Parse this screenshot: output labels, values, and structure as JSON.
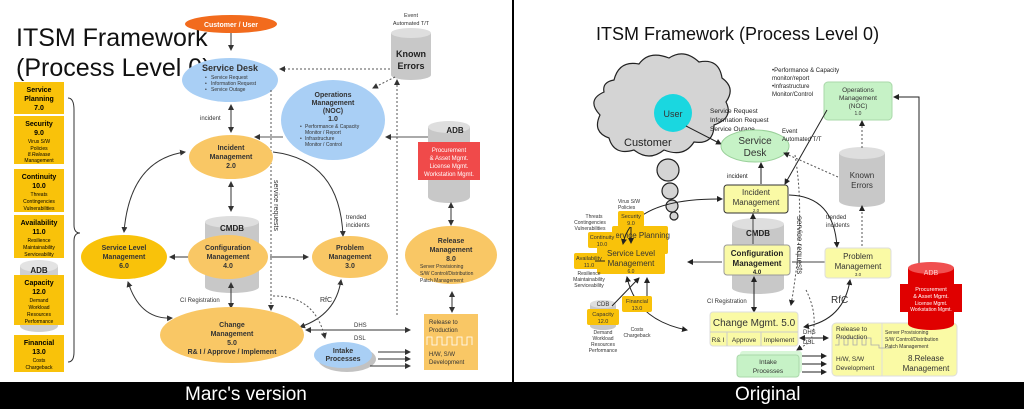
{
  "left": {
    "title_line1": "ITSM Framework",
    "title_line2": "(Process Level 0)",
    "caption": "Marc's version",
    "customer_user": "Customer / User",
    "service_desk": {
      "title": "Service Desk",
      "items": [
        "Service Request",
        "Information Request",
        "Service Outage"
      ]
    },
    "known_errors": {
      "line1": "Known",
      "line2": "Errors",
      "label1": "Event",
      "label2": "Automated T/T"
    },
    "operations": {
      "line1": "Operations",
      "line2": "Management",
      "line3": "(NOC)",
      "num": "1.0",
      "items": [
        "Performance & Capacity",
        "Monitor / Report",
        "Infrastructure",
        "Monitor / Control"
      ]
    },
    "adb": {
      "title": "ADB",
      "lines": [
        "Procurement",
        "& Asset Mgmt.",
        "License Mgmt.",
        "Workstation Mgmt."
      ]
    },
    "incident": {
      "line1": "Incident",
      "line2": "Management",
      "num": "2.0",
      "label": "incident"
    },
    "cmdb": "CMDB",
    "configuration": {
      "line1": "Configuration",
      "line2": "Management",
      "num": "4.0"
    },
    "problem": {
      "line1": "Problem",
      "line2": "Management",
      "num": "3.0",
      "label1": "trended",
      "label2": "incidents"
    },
    "service_level": {
      "line1": "Service Level",
      "line2": "Management",
      "num": "6.0"
    },
    "release": {
      "line1": "Release",
      "line2": "Management",
      "num": "8.0",
      "items": [
        "Server Provisioning",
        "S/W Control/Distribution",
        "Patch Management"
      ]
    },
    "change": {
      "line1": "Change",
      "line2": "Management",
      "num": "5.0",
      "line4": "R& I / Approve / Implement"
    },
    "service_requests": "service requests",
    "ci_registration": "CI Registration",
    "rfc": "RfC",
    "dhs": "DHS",
    "dsl": "DSL",
    "intake": {
      "line1": "Intake",
      "line2": "Processes"
    },
    "release_prod": {
      "line1": "Release to",
      "line2": "Production",
      "line3": "H/W, S/W",
      "line4": "Development"
    },
    "sidebar": [
      {
        "title": "Service",
        "title2": "Planning",
        "num": "7.0",
        "sub": []
      },
      {
        "title": "Security",
        "title2": "",
        "num": "9.0",
        "sub": [
          "Virus S/W",
          "Policies",
          "8.Release",
          "Management"
        ]
      },
      {
        "title": "Continuity",
        "title2": "",
        "num": "10.0",
        "sub": [
          "Threats",
          "Contingencies",
          "Vulnerabilities"
        ]
      },
      {
        "title": "Availability",
        "title2": "",
        "num": "11.0",
        "sub": [
          "Resilience",
          "Maintainability",
          "Serviceability"
        ]
      },
      {
        "title": "Capacity",
        "title2": "",
        "num": "12.0",
        "sub": [
          "Demand",
          "Workload",
          "Resources",
          "Performance"
        ]
      },
      {
        "title": "Financial",
        "title2": "",
        "num": "13.0",
        "sub": [
          "Costs",
          "Chargeback"
        ]
      }
    ],
    "sidebar_adb": "ADB"
  },
  "right": {
    "title": "ITSM Framework (Process Level 0)",
    "caption": "Original",
    "customer": "Customer",
    "user": "User",
    "sd_requests": [
      "Service Request",
      "Information Request",
      "Service Outage"
    ],
    "service_desk": {
      "line1": "Service",
      "line2": "Desk"
    },
    "ops_notes": [
      "•Performance & Capacity",
      "monitor/report",
      "•Infrastructure",
      "Monitor/Control"
    ],
    "operations": {
      "line1": "Operations",
      "line2": "Management",
      "line3": "(NOC)",
      "num": "1.0"
    },
    "event": {
      "line1": "Event",
      "line2": "Automated T/T"
    },
    "known_errors": {
      "line1": "Known",
      "line2": "Errors"
    },
    "incident_label": "incident",
    "incident": {
      "line1": "Incident",
      "line2": "Management",
      "num": "2.0"
    },
    "cmdb": "CMDB",
    "configuration": {
      "line1": "Configuration",
      "line2": "Management",
      "num": "4.0"
    },
    "trended": {
      "line1": "trended",
      "line2": "incidents"
    },
    "problem": {
      "line1": "Problem",
      "line2": "Management",
      "num": "3.0"
    },
    "service_requests": "service requests",
    "service_planning": {
      "line1": "Service Planning",
      "num": "7.0"
    },
    "service_level": {
      "line1": "Service Level",
      "line2": "Management",
      "num": "6.0"
    },
    "security": {
      "title": "Security",
      "num": "9.0",
      "notes": [
        "Virus S/W",
        "Policies"
      ]
    },
    "continuity": {
      "title": "Continuity",
      "num": "10.0",
      "notes": [
        "Threats",
        "Contingencies",
        "Vulnerabilities"
      ]
    },
    "availability": {
      "title": "Availability",
      "num": "11.0",
      "notes": [
        "Resilience",
        "Maintainability",
        "Serviceability"
      ]
    },
    "capacity": {
      "db": "CDB",
      "title": "Capacity",
      "num": "12.0",
      "notes": [
        "Demand",
        "Workload",
        "Resources",
        "Performance"
      ]
    },
    "financial": {
      "title": "Financial",
      "num": "13.0",
      "notes": [
        "Costs",
        "Chargeback"
      ]
    },
    "ci_registration": "CI Registration",
    "change": {
      "title": "Change Mgmt. 5.0",
      "cells": [
        "R& I",
        "Approve",
        "Implement"
      ]
    },
    "rfc": "RfC",
    "dhs": "DHS",
    "dsl": "DSL",
    "intake": {
      "line1": "Intake",
      "line2": "Processes"
    },
    "release_prod": {
      "line1": "Release to",
      "line2": "Production",
      "line3": "H/W, S/W",
      "line4": "Development"
    },
    "release_mgmt": {
      "items": [
        "Server Provisioning",
        "S/W Control/Distribution",
        "Patch Management"
      ],
      "line1": "8.Release",
      "line2": "Management"
    },
    "adb": {
      "title": "ADB",
      "lines": [
        "Procurement",
        "& Asset Mgmt.",
        "License Mgmt.",
        "Workstation Mgmt."
      ]
    }
  }
}
